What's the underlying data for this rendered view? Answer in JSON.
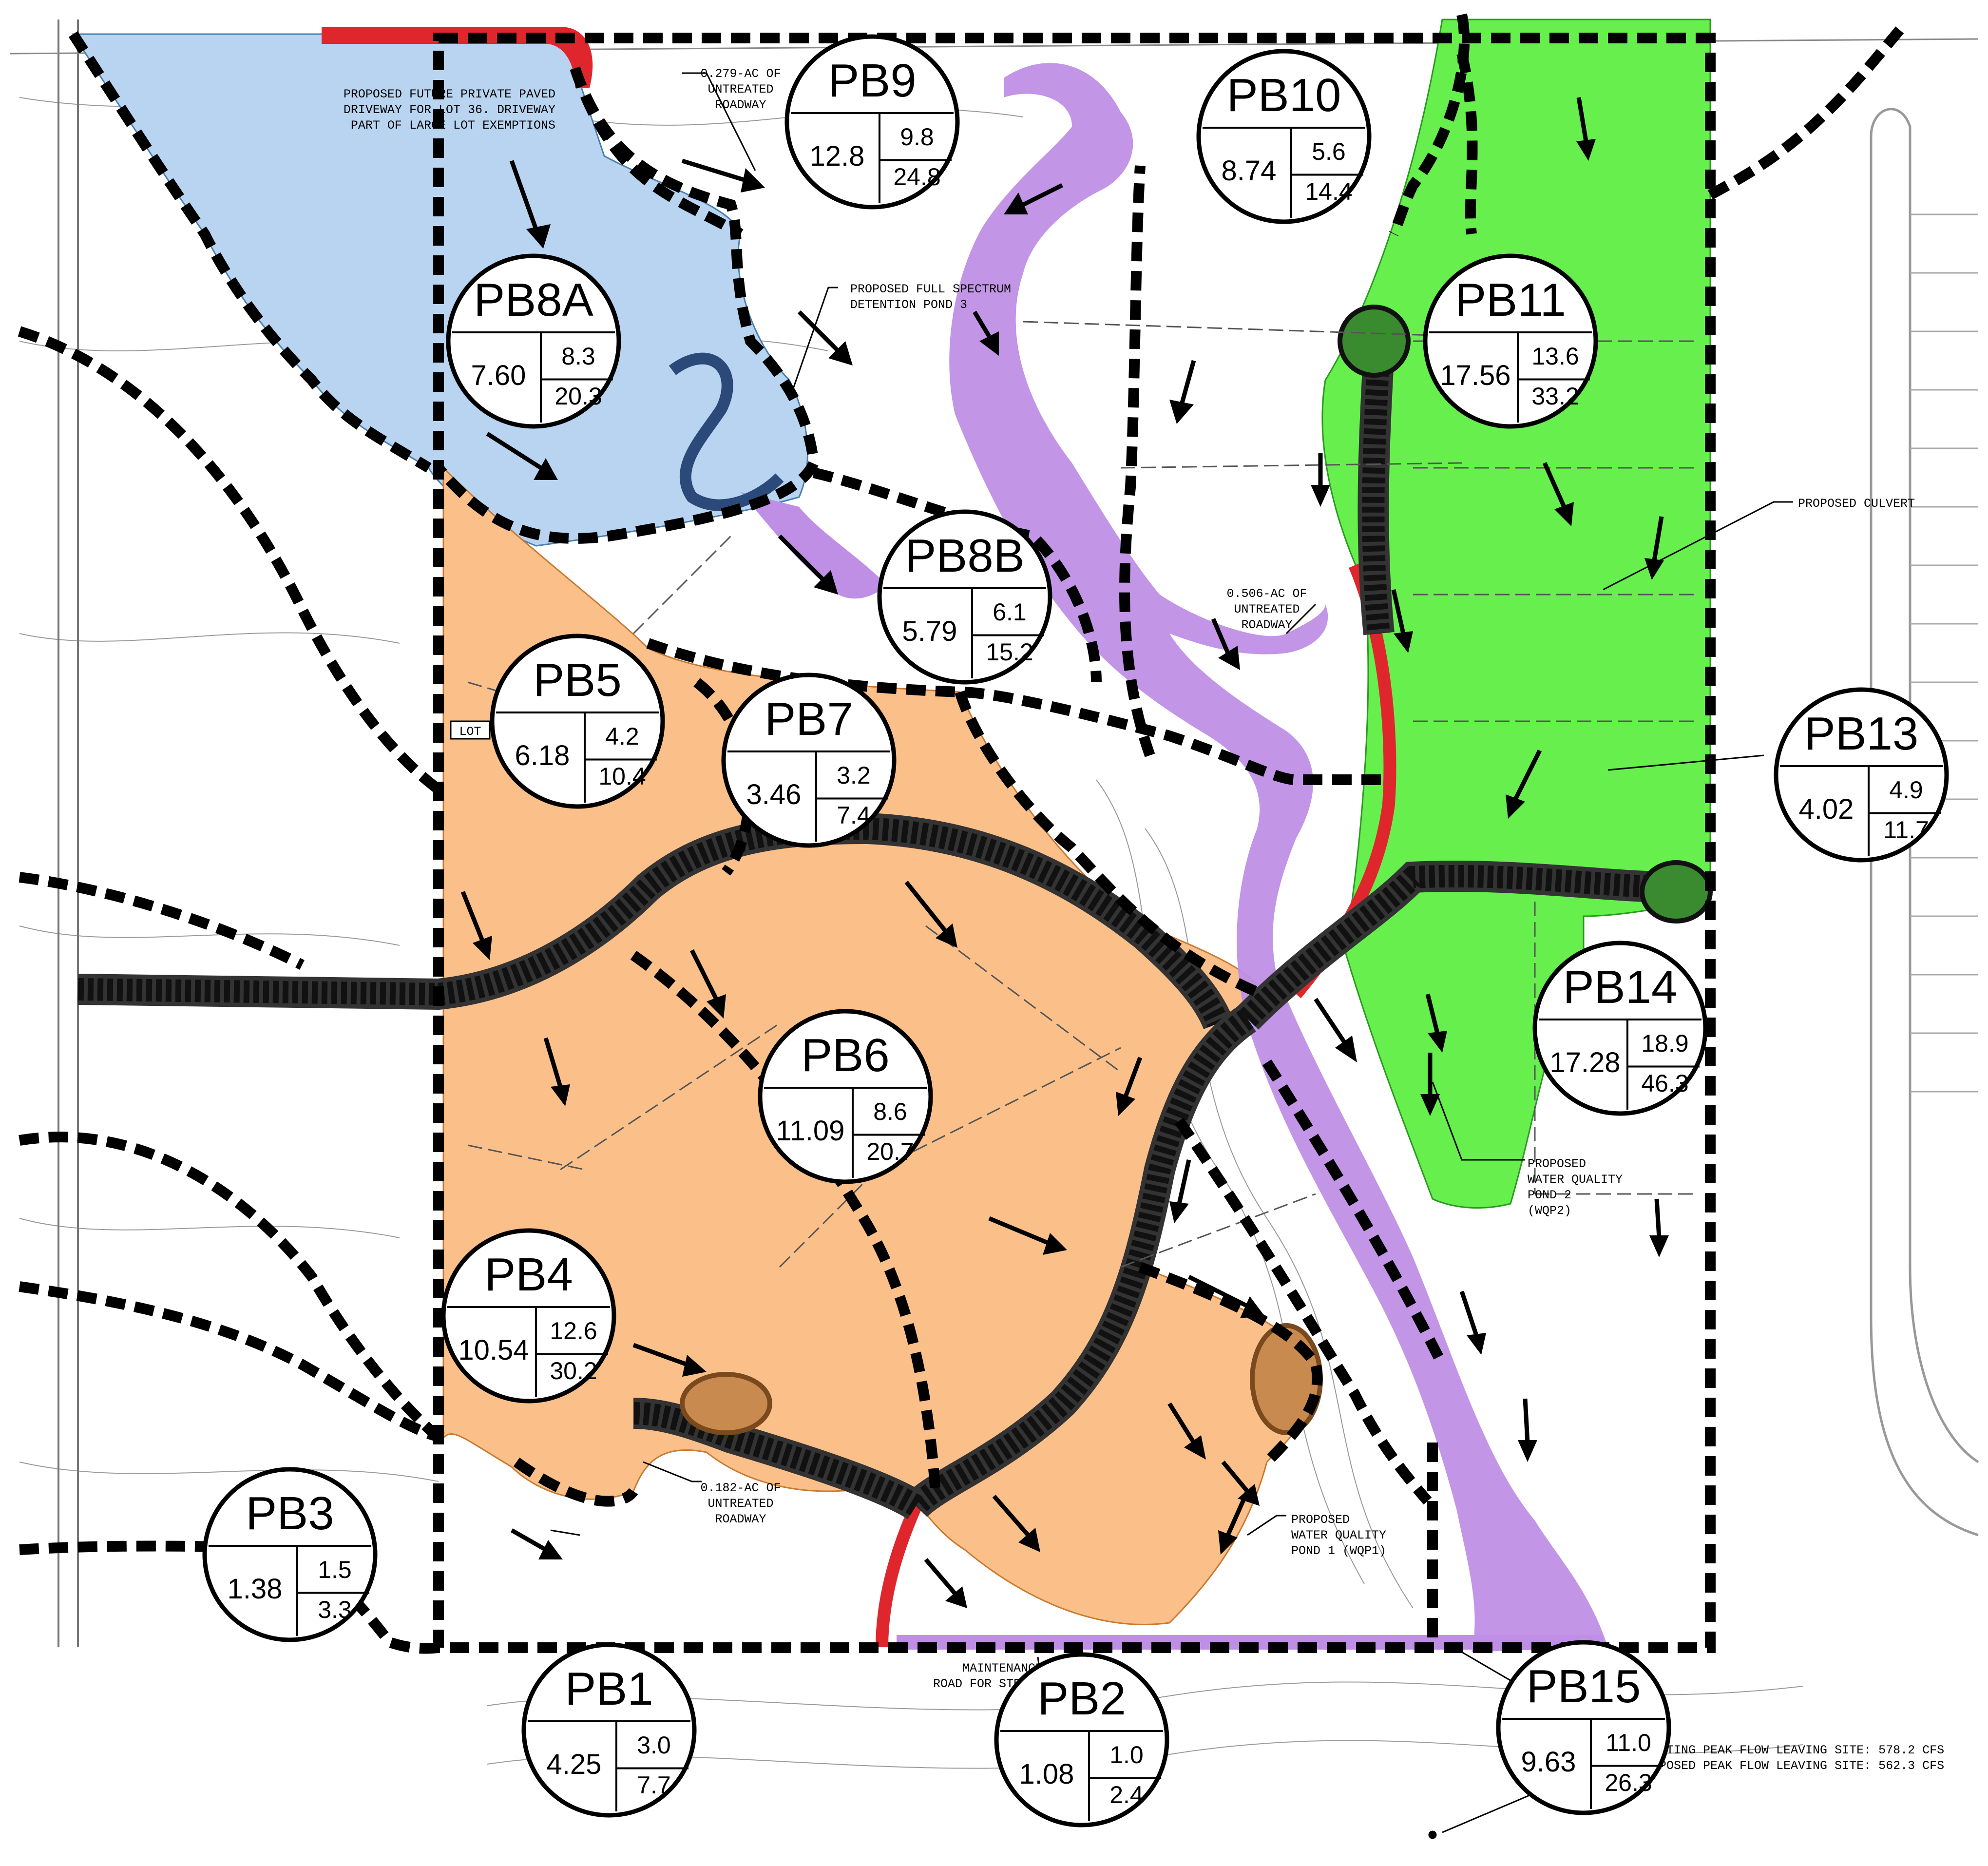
{
  "colors": {
    "blue_basin": "#b8d4f0",
    "orange_basin": "#fbc08a",
    "green_basin": "#66ef4d",
    "purple_channel": "#bf8fe6",
    "red_roadway": "#e0262d",
    "boundary": "#000000"
  },
  "basins": [
    {
      "id": "PB1",
      "area": "4.25",
      "q_top": "3.0",
      "q_bot": "7.7"
    },
    {
      "id": "PB2",
      "area": "1.08",
      "q_top": "1.0",
      "q_bot": "2.4"
    },
    {
      "id": "PB3",
      "area": "1.38",
      "q_top": "1.5",
      "q_bot": "3.3"
    },
    {
      "id": "PB4",
      "area": "10.54",
      "q_top": "12.6",
      "q_bot": "30.2"
    },
    {
      "id": "PB5",
      "area": "6.18",
      "q_top": "4.2",
      "q_bot": "10.4"
    },
    {
      "id": "PB6",
      "area": "11.09",
      "q_top": "8.6",
      "q_bot": "20.7"
    },
    {
      "id": "PB7",
      "area": "3.46",
      "q_top": "3.2",
      "q_bot": "7.4"
    },
    {
      "id": "PB8A",
      "area": "7.60",
      "q_top": "8.3",
      "q_bot": "20.3"
    },
    {
      "id": "PB8B",
      "area": "5.79",
      "q_top": "6.1",
      "q_bot": "15.2"
    },
    {
      "id": "PB9",
      "area": "12.8",
      "q_top": "9.8",
      "q_bot": "24.8"
    },
    {
      "id": "PB10",
      "area": "8.74",
      "q_top": "5.6",
      "q_bot": "14.4"
    },
    {
      "id": "PB11",
      "area": "17.56",
      "q_top": "13.6",
      "q_bot": "33.2"
    },
    {
      "id": "PB13",
      "area": "4.02",
      "q_top": "4.9",
      "q_bot": "11.7"
    },
    {
      "id": "PB14",
      "area": "17.28",
      "q_top": "18.9",
      "q_bot": "46.3"
    },
    {
      "id": "PB15",
      "area": "9.63",
      "q_top": "11.0",
      "q_bot": "26.3"
    }
  ],
  "notes": {
    "driveway": [
      "PROPOSED FUTURE PRIVATE PAVED",
      "DRIVEWAY FOR LOT 36. DRIVEWAY",
      "PART OF LARGE LOT EXEMPTIONS"
    ],
    "untreated_1": [
      "0.279-AC OF",
      "UNTREATED",
      "ROADWAY"
    ],
    "detention": [
      "PROPOSED FULL SPECTRUM",
      "DETENTION POND 3"
    ],
    "culvert": "PROPOSED CULVERT",
    "untreated_2": [
      "0.506-AC OF",
      "UNTREATED",
      "ROADWAY"
    ],
    "wqp2": [
      "PROPOSED",
      "WATER QUALITY",
      "POND 2",
      "(WQP2)"
    ],
    "untreated_3": [
      "0.182-AC OF",
      "UNTREATED",
      "ROADWAY"
    ],
    "wqp1": [
      "PROPOSED",
      "WATER QUALITY",
      "POND 1 (WQP1)"
    ],
    "maintenance": [
      "MAINTENANCE",
      "ROAD FOR STREAM"
    ],
    "lot_tag": "LOT",
    "existing_peak": "EXISTING PEAK FLOW LEAVING SITE: 578.2 CFS",
    "proposed_peak": "PROPOSED PEAK FLOW LEAVING SITE: 562.3 CFS"
  }
}
